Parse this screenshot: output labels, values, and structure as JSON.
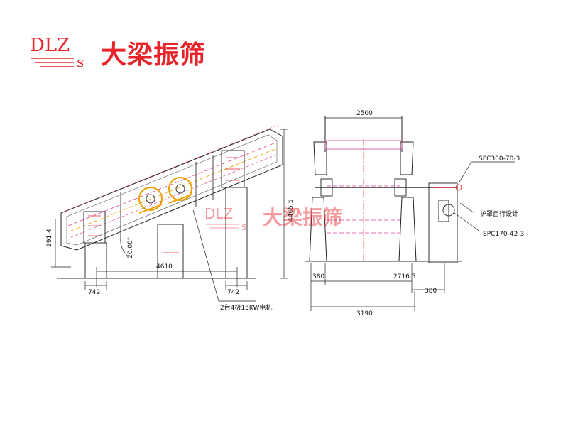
{
  "logo": {
    "letters": "DLZ",
    "sub_letter": "s",
    "brand": "大梁振筛",
    "color": "#e8242b"
  },
  "watermark": {
    "letters": "DLZ",
    "sub_letter": "s",
    "brand": "大梁振筛"
  },
  "side_view": {
    "dim_length": "4610",
    "dim_left_support": "742",
    "dim_right_support": "742",
    "dim_height": "4465.5",
    "dim_inlet_height": "291.4",
    "dim_angle": "20.00°",
    "motor_label": "2台4极15KW电机"
  },
  "front_view": {
    "dim_top_width": "2500",
    "dim_left_offset": "380",
    "dim_bearing_span": "2716.5",
    "dim_right_offset": "380",
    "dim_total_width": "3190",
    "label_spc_top": "SPC300-70-3",
    "label_guard": "护罩自行设计",
    "label_spc_bottom": "SPC170-42-3"
  },
  "colors": {
    "line": "#222222",
    "accent_red": "#e8242b",
    "accent_orange": "#f0a000",
    "accent_magenta": "#e0409a"
  }
}
